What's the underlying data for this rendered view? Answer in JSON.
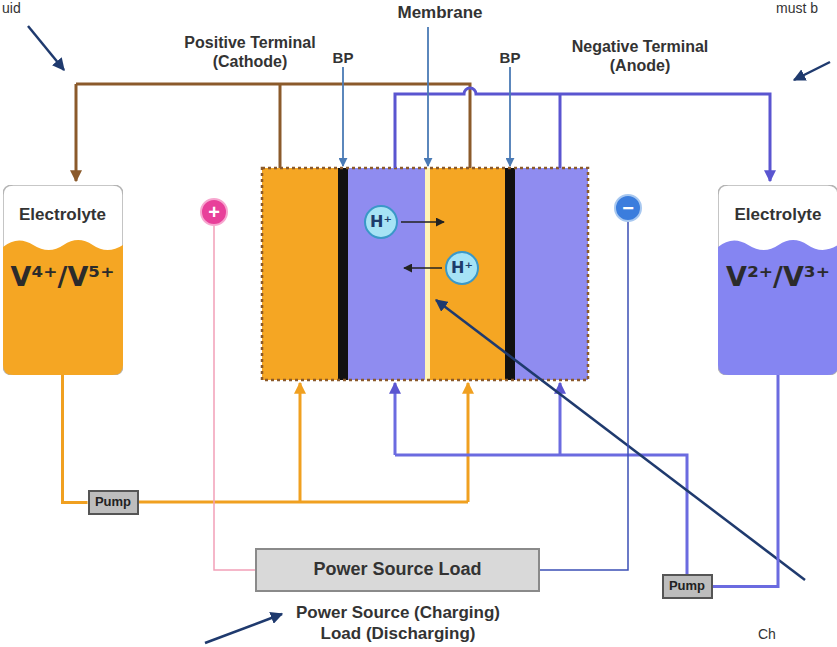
{
  "diagram": {
    "nodes": [
      {
        "text": [
          "Electrolyte",
          "V⁴⁺/V⁵⁺"
        ]
      },
      {
        "text": [
          "+"
        ]
      },
      {
        "text": [
          "H⁺"
        ]
      },
      {
        "text": [
          "H⁺"
        ]
      },
      {
        "text": [
          "−"
        ]
      },
      {
        "text": [
          "Electrolyte",
          "V²⁺/V³⁺"
        ]
      },
      {
        "text": [
          "Pump"
        ]
      },
      {
        "text": [
          "Pump"
        ]
      },
      {
        "text": [
          "Power Source Load"
        ]
      }
    ],
    "edges": [
      {
        "from": 0,
        "to": 6,
        "arrow": "none"
      },
      {
        "from": 5,
        "to": 7,
        "arrow": "none"
      },
      {
        "from": 1,
        "to": 8,
        "arrow": "none"
      },
      {
        "from": 4,
        "to": 8,
        "arrow": "none"
      }
    ],
    "labels": [
      "uid",
      "must b",
      "Membrane",
      "Positive Terminal (Cathode)",
      "BP",
      "BP",
      "Negative Terminal (Anode)",
      "Power Source (Charging)",
      "Load (Discharging)",
      "Ch"
    ]
  }
}
